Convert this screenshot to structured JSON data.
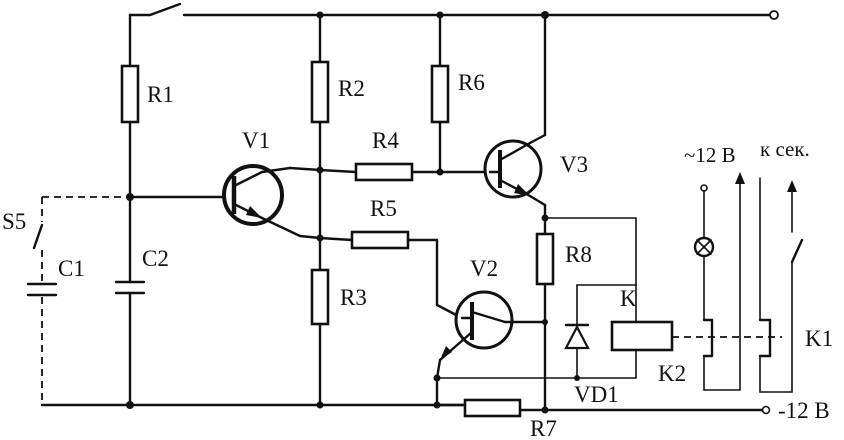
{
  "labels": {
    "r1": "R1",
    "r2": "R2",
    "r3": "R3",
    "r4": "R4",
    "r5": "R5",
    "r6": "R6",
    "r7": "R7",
    "r8": "R8",
    "v1": "V1",
    "v2": "V2",
    "v3": "V3",
    "c1": "C1",
    "c2": "C2",
    "s5": "S5",
    "vd1": "VD1",
    "k": "K",
    "k1": "K1",
    "k2": "K2",
    "supply_ac": "~12 B",
    "to_section": "к сек.",
    "supply_neg": "-12 B"
  }
}
